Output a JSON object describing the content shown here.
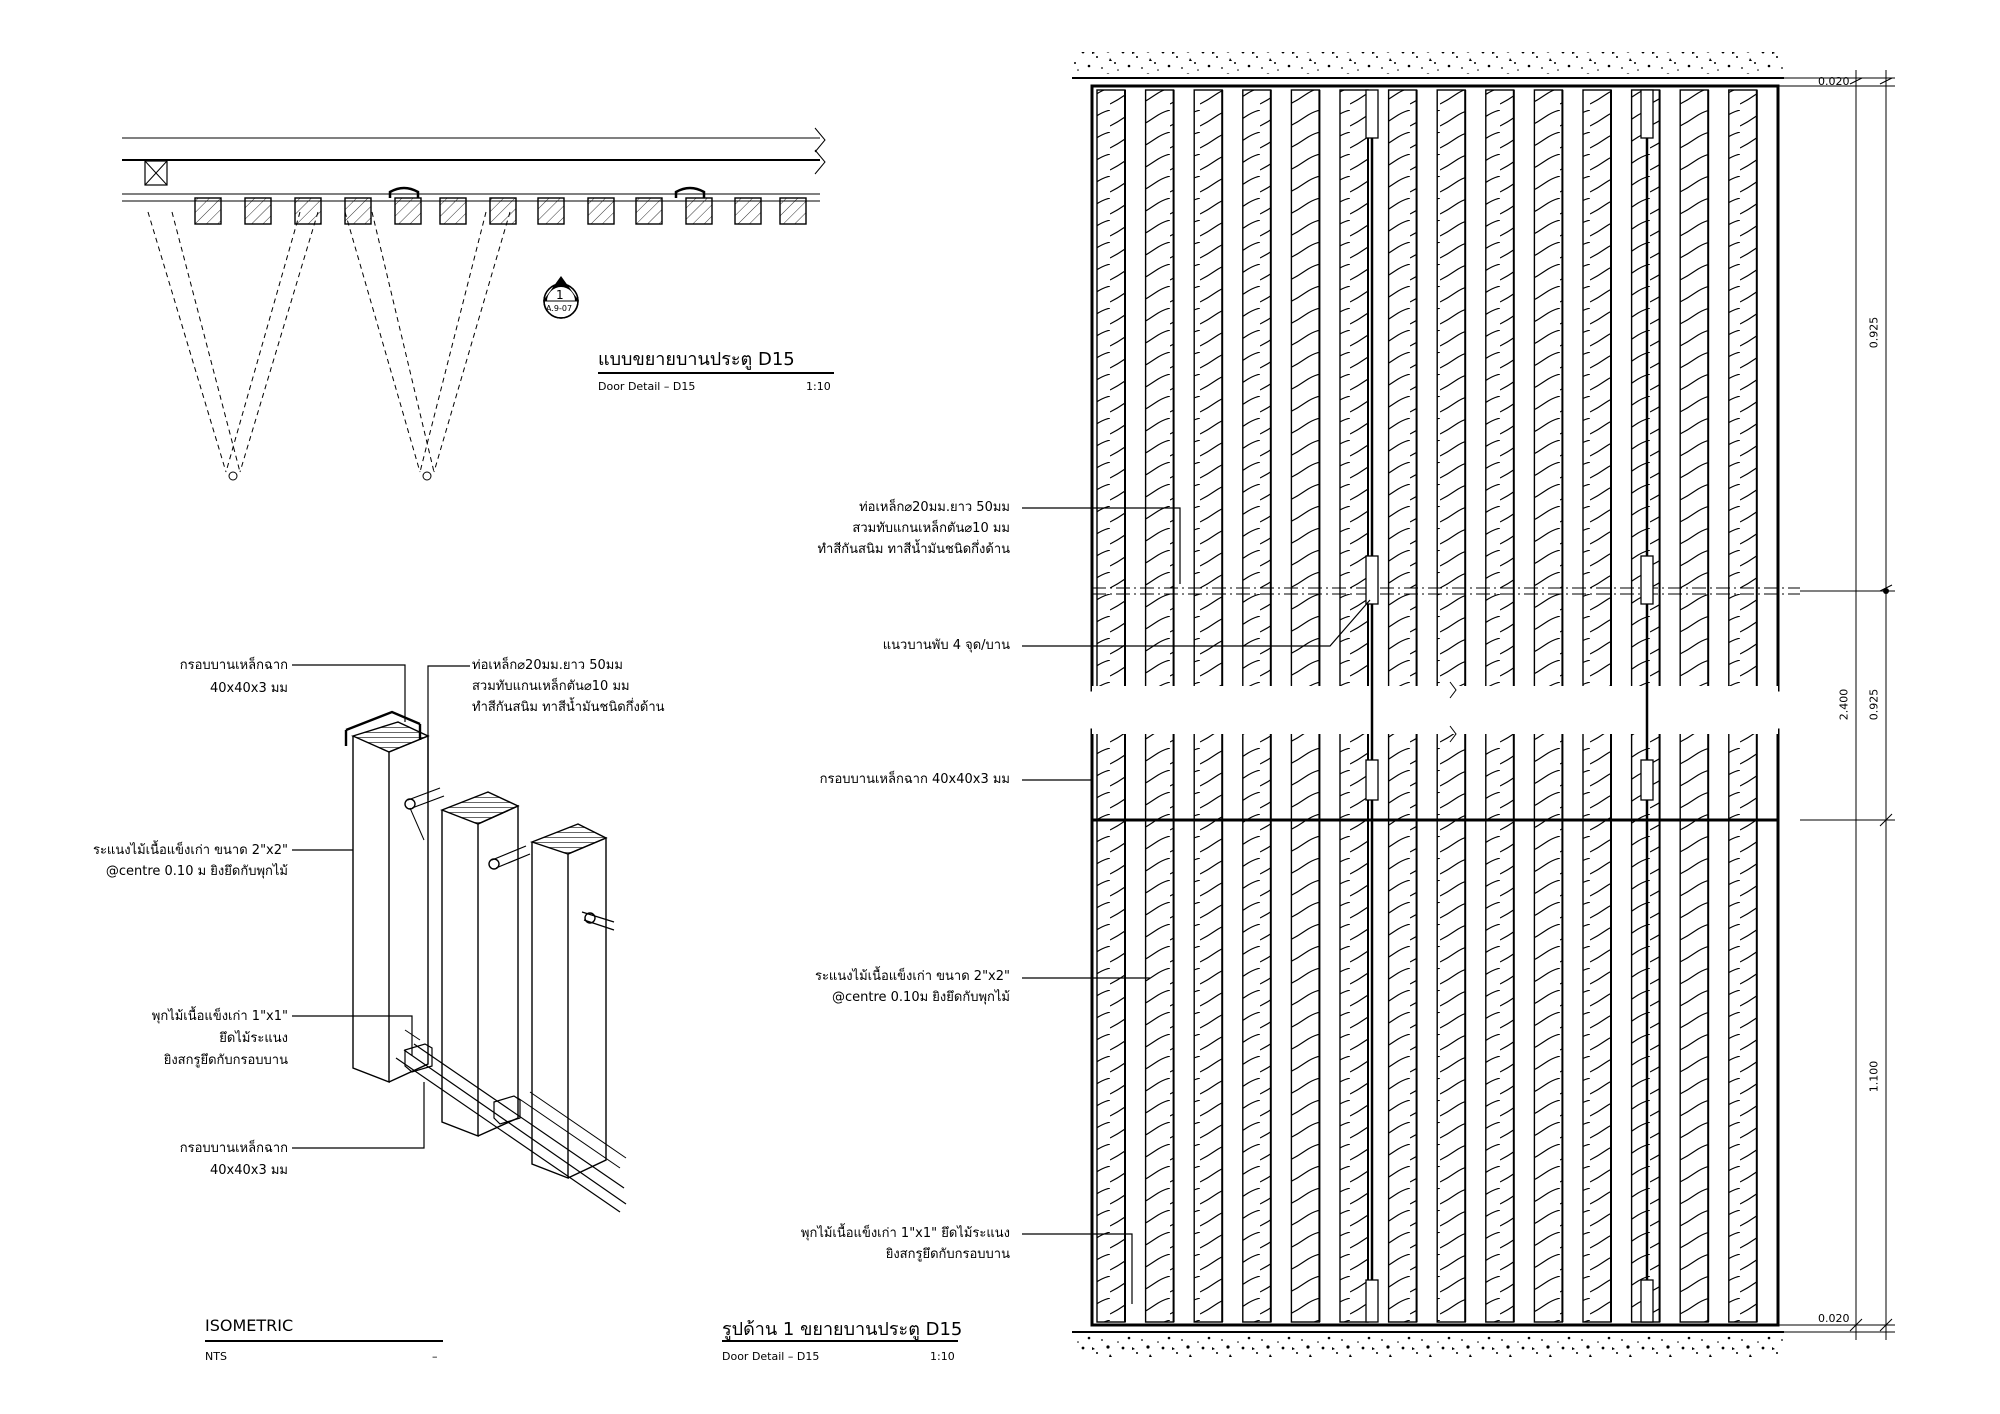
{
  "plan": {
    "title": "แบบขยายบานประตู D15",
    "subtitle": "Door Detail – D15",
    "scale": "1:10",
    "section_marker_number": "1",
    "section_marker_ref": "A.9-07"
  },
  "isometric": {
    "title": "ISOMETRIC",
    "subtitle": "NTS",
    "scale": "–",
    "callouts": {
      "frame_top_1": "กรอบบานเหล็กฉาก",
      "frame_top_2": "40x40x3 มม",
      "pipe_1": "ท่อเหล็ก⌀20มม.ยาว 50มม",
      "pipe_2": "สวมทับแกนเหล็กตัน⌀10 มม",
      "pipe_3": "ทำสีกันสนิม ทาสีน้ำมันชนิดกึ่งด้าน",
      "slat_1": "ระแนงไม้เนื้อแข็งเก่า ขนาด 2\"x2\"",
      "slat_2": "@centre 0.10 ม ยิงยึดกับพุกไม้",
      "block_1": "พุกไม้เนื้อแข็งเก่า 1\"x1\"",
      "block_2": "ยึดไม้ระแนง",
      "block_3": "ยิงสกรูยึดกับกรอบบาน",
      "frame_bot_1": "กรอบบานเหล็กฉาก",
      "frame_bot_2": "40x40x3 มม"
    }
  },
  "elevation": {
    "title": "รูปด้าน 1  ขยายบานประตู D15",
    "subtitle": "Door Detail – D15",
    "scale": "1:10",
    "callouts": {
      "pipe_1": "ท่อเหล็ก⌀20มม.ยาว 50มม",
      "pipe_2": "สวมทับแกนเหล็กตัน⌀10 มม",
      "pipe_3": "ทำสีกันสนิม ทาสีน้ำมันชนิดกึ่งด้าน",
      "hinge": "แนวบานพับ 4 จุด/บาน",
      "frame": "กรอบบานเหล็กฉาก 40x40x3 มม",
      "slat_1": "ระแนงไม้เนื้อแข็งเก่า ขนาด 2\"x2\"",
      "slat_2": "@centre 0.10ม ยิงยึดกับพุกไม้",
      "block_1": "พุกไม้เนื้อแข็งเก่า 1\"x1\"  ยึดไม้ระแนง",
      "block_2": "ยิงสกรูยึดกับกรอบบาน"
    },
    "dimensions": {
      "top_gap": "0.020",
      "upper": "0.925",
      "middle": "0.925",
      "lower": "1.100",
      "total": "2.400",
      "bottom_gap": "0.020"
    }
  }
}
